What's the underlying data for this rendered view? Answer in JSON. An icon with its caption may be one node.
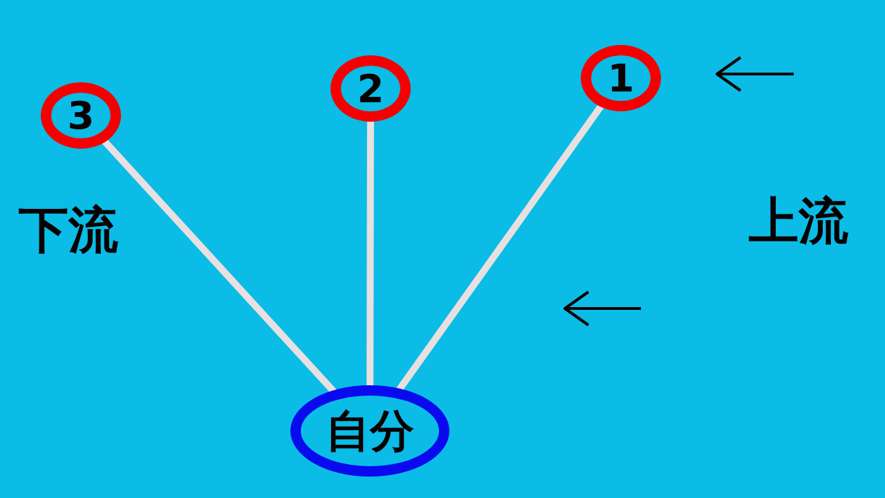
{
  "diagram": {
    "nodes": [
      {
        "text": [
          "1"
        ]
      },
      {
        "text": [
          "2"
        ]
      },
      {
        "text": [
          "3"
        ]
      },
      {
        "text": [
          "自分"
        ]
      }
    ],
    "edges": [
      {
        "from": 0,
        "to": 3,
        "arrow": "none"
      },
      {
        "from": 1,
        "to": 3,
        "arrow": "none"
      },
      {
        "from": 2,
        "to": 3,
        "arrow": "none"
      }
    ],
    "labels": [
      "下流",
      "上流"
    ]
  }
}
